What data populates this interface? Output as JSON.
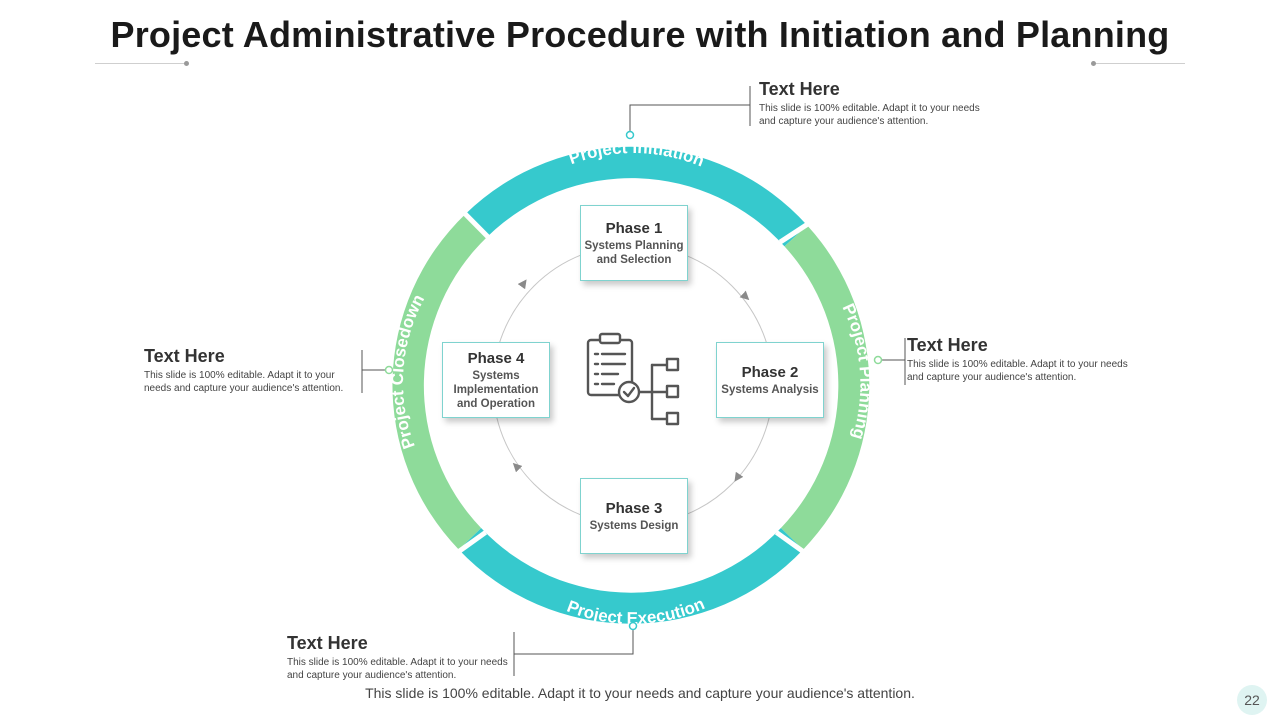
{
  "title": "Project Administrative Procedure with Initiation and Planning",
  "ring": {
    "initiation": "Project Initiation",
    "planning": "Project Planning",
    "execution": "Project Execution",
    "closedown": "Project Closedown"
  },
  "colors": {
    "teal": "#36c9cd",
    "green": "#8edb9a",
    "phase_border": "#7fd3cf",
    "connector": "#555555"
  },
  "phases": [
    {
      "title": "Phase 1",
      "subtitle": "Systems Planning and Selection"
    },
    {
      "title": "Phase 2",
      "subtitle": "Systems Analysis"
    },
    {
      "title": "Phase 3",
      "subtitle": "Systems Design"
    },
    {
      "title": "Phase 4",
      "subtitle": "Systems Implementation and Operation"
    }
  ],
  "center_icon": "clipboard-hierarchy-icon",
  "callouts": {
    "top": {
      "title": "Text Here",
      "body": "This slide is 100% editable.  Adapt it to your needs and capture your audience's attention."
    },
    "right": {
      "title": "Text Here",
      "body": "This slide is 100% editable.  Adapt it to your needs and capture your audience's attention."
    },
    "left": {
      "title": "Text Here",
      "body": "This slide is 100% editable.  Adapt it to your needs and capture your audience's attention."
    },
    "bottom": {
      "title": "Text Here",
      "body": "This slide is 100% editable.  Adapt it to your needs and capture your audience's attention."
    }
  },
  "footer": "This slide is 100% editable. Adapt it to your needs and capture your audience's attention.",
  "page_number": "22"
}
